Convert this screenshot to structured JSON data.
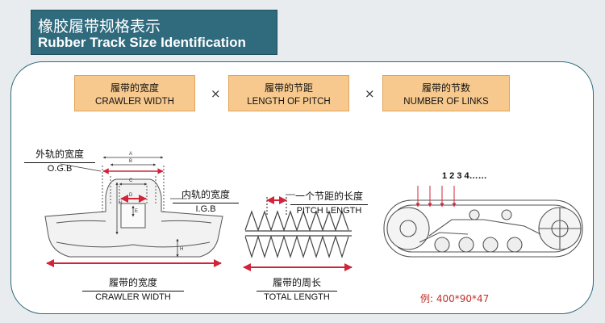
{
  "title": {
    "cn": "橡胶履带规格表示",
    "en": "Rubber Track Size Identification"
  },
  "formula": [
    {
      "cn": "履带的宽度",
      "en": "CRAWLER WIDTH"
    },
    {
      "cn": "履带的节距",
      "en": "LENGTH OF PITCH"
    },
    {
      "cn": "履带的节数",
      "en": "NUMBER OF LINKS"
    }
  ],
  "operator": "×",
  "labels": {
    "ogb": {
      "cn": "外轨的宽度",
      "en": "O.G.B"
    },
    "igb": {
      "cn": "内轨的宽度",
      "en": "I.G.B"
    },
    "crawler": {
      "cn": "履带的宽度",
      "en": "CRAWLER WIDTH"
    },
    "pitch": {
      "cn": "一个节距的长度",
      "en": "PITCH LENGTH"
    },
    "total": {
      "cn": "履带的周长",
      "en": "TOTAL LENGTH"
    }
  },
  "dims": [
    "A",
    "B",
    "C",
    "D",
    "E",
    "N",
    "H"
  ],
  "link_sequence": "1  2  3   4……",
  "example": "例:  400*90*47",
  "colors": {
    "banner": "#2f6a7d",
    "formula_box": "#f7c98e",
    "dimension": "#d1243a",
    "example": "#c0302b"
  }
}
